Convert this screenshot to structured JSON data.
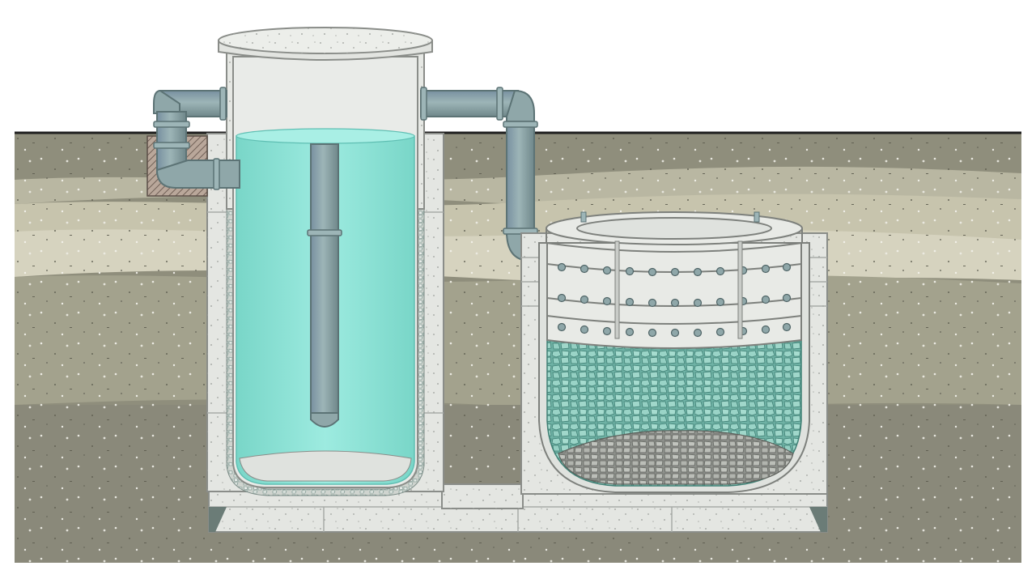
{
  "diagram": {
    "kind": "septic-tank-and-soakaway-cross-section",
    "labels": [],
    "components": [
      "ground-surface",
      "soil-layers",
      "concrete-foundation",
      "septic-tank",
      "tank-lid",
      "tank-water",
      "dip-pipe",
      "inlet-pipe",
      "outlet-pipe",
      "soakaway-well",
      "perforated-rings",
      "gravel-fill"
    ],
    "colors": {
      "sky": "#ffffff",
      "soil_dark": "#8f8e7c",
      "soil_mid": "#b2b19d",
      "soil_light": "#d1ceb8",
      "concrete": "#e4e6e2",
      "concrete_edge": "#8a8d89",
      "water": "#8de3d6",
      "water_edge": "#5fbfb3",
      "pipe": "#8fa7a9",
      "pipe_edge": "#5c7375",
      "gravel_teal": "#7fbfb2",
      "gravel_grey": "#a4a7a2"
    }
  }
}
